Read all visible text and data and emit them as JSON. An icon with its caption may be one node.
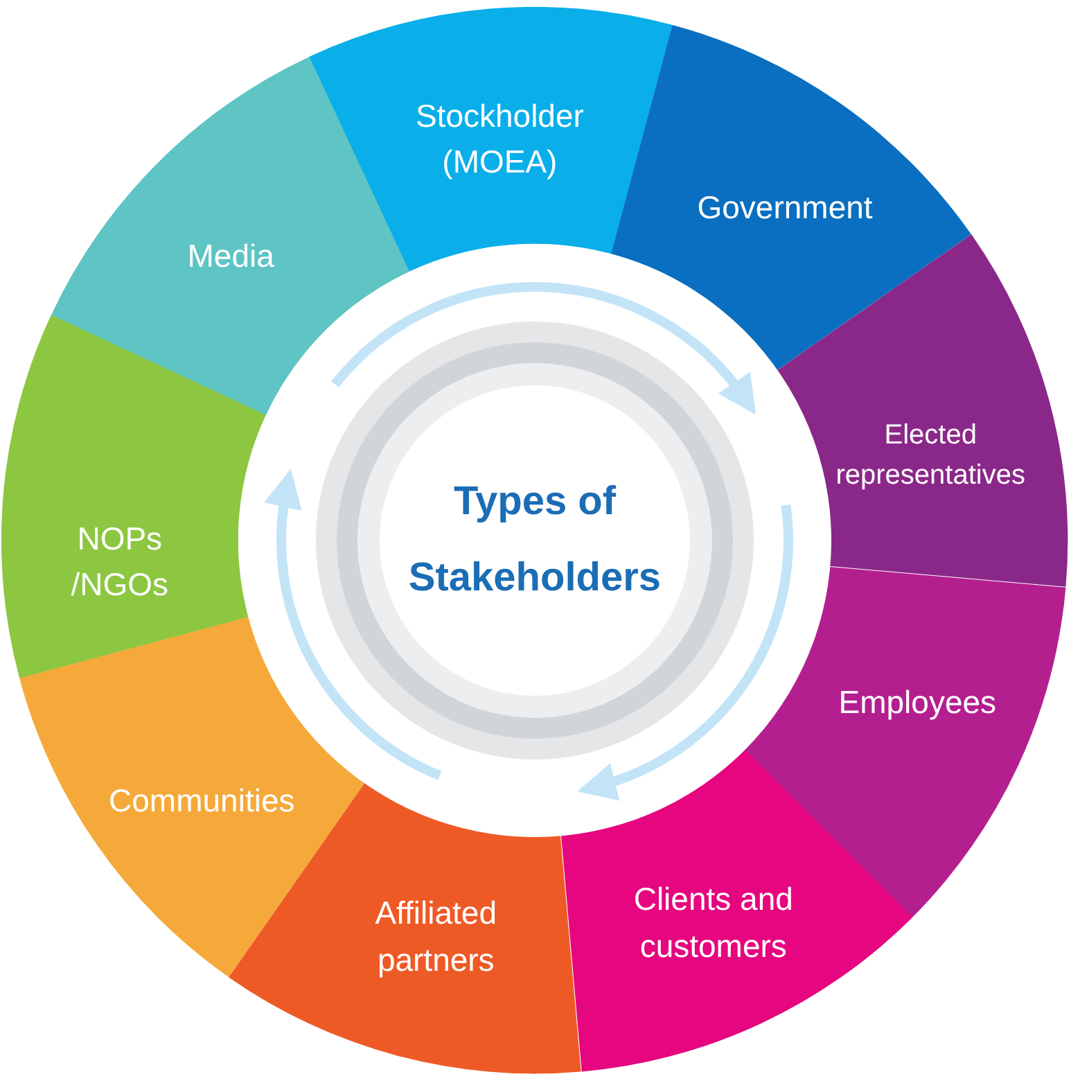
{
  "diagram": {
    "nodes": [
      {
        "text": [
          "Types of Stakeholders"
        ]
      },
      {
        "text": [
          "Stockholder (MOEA)"
        ]
      },
      {
        "text": [
          "Government"
        ]
      },
      {
        "text": [
          "Elected representatives"
        ]
      },
      {
        "text": [
          "Employees"
        ]
      },
      {
        "text": [
          "Clients and customers"
        ]
      },
      {
        "text": [
          "Affiliated partners"
        ]
      },
      {
        "text": [
          "Communities"
        ]
      },
      {
        "text": [
          "NOPs /NGOs"
        ]
      },
      {
        "text": [
          "Media"
        ]
      }
    ]
  }
}
